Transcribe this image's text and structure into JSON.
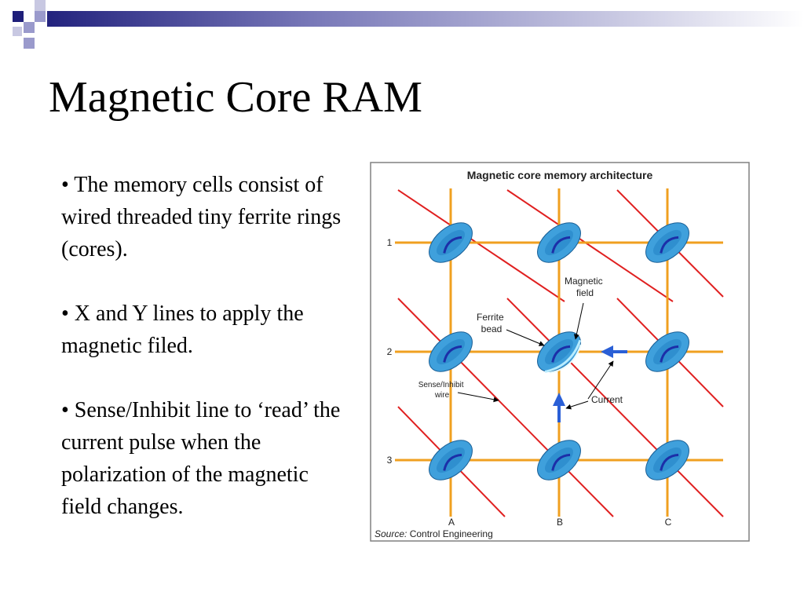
{
  "slide": {
    "title": "Magnetic Core RAM",
    "bullets": [
      "• The memory cells consist of wired threaded tiny ferrite rings (cores).",
      "• X and Y lines to apply the magnetic filed.",
      "• Sense/Inhibit line to ‘read’ the current pulse when the polarization of the magnetic field changes."
    ]
  },
  "figure": {
    "title": "Magnetic core memory architecture",
    "row_labels": [
      "1",
      "2",
      "3"
    ],
    "column_labels": [
      "A",
      "B",
      "C"
    ],
    "labels": {
      "magnetic_field": [
        "Magnetic",
        "field"
      ],
      "ferrite_bead": [
        "Ferrite",
        "bead"
      ],
      "sense_inhibit_wire": [
        "Sense/Inhibit",
        "wire"
      ],
      "current": "Current"
    },
    "source_prefix": "Source:",
    "source_text": "Control Engineering"
  },
  "colors": {
    "header_dark": "#1f1f7a",
    "header_light": "#9a9acc",
    "wire_xy": "#f0a020",
    "wire_sense": "#e02020",
    "core": "#3fa0dc",
    "core_highlight": "#b8ecff",
    "current_arrow": "#2a5fd6",
    "frame": "#808080"
  }
}
